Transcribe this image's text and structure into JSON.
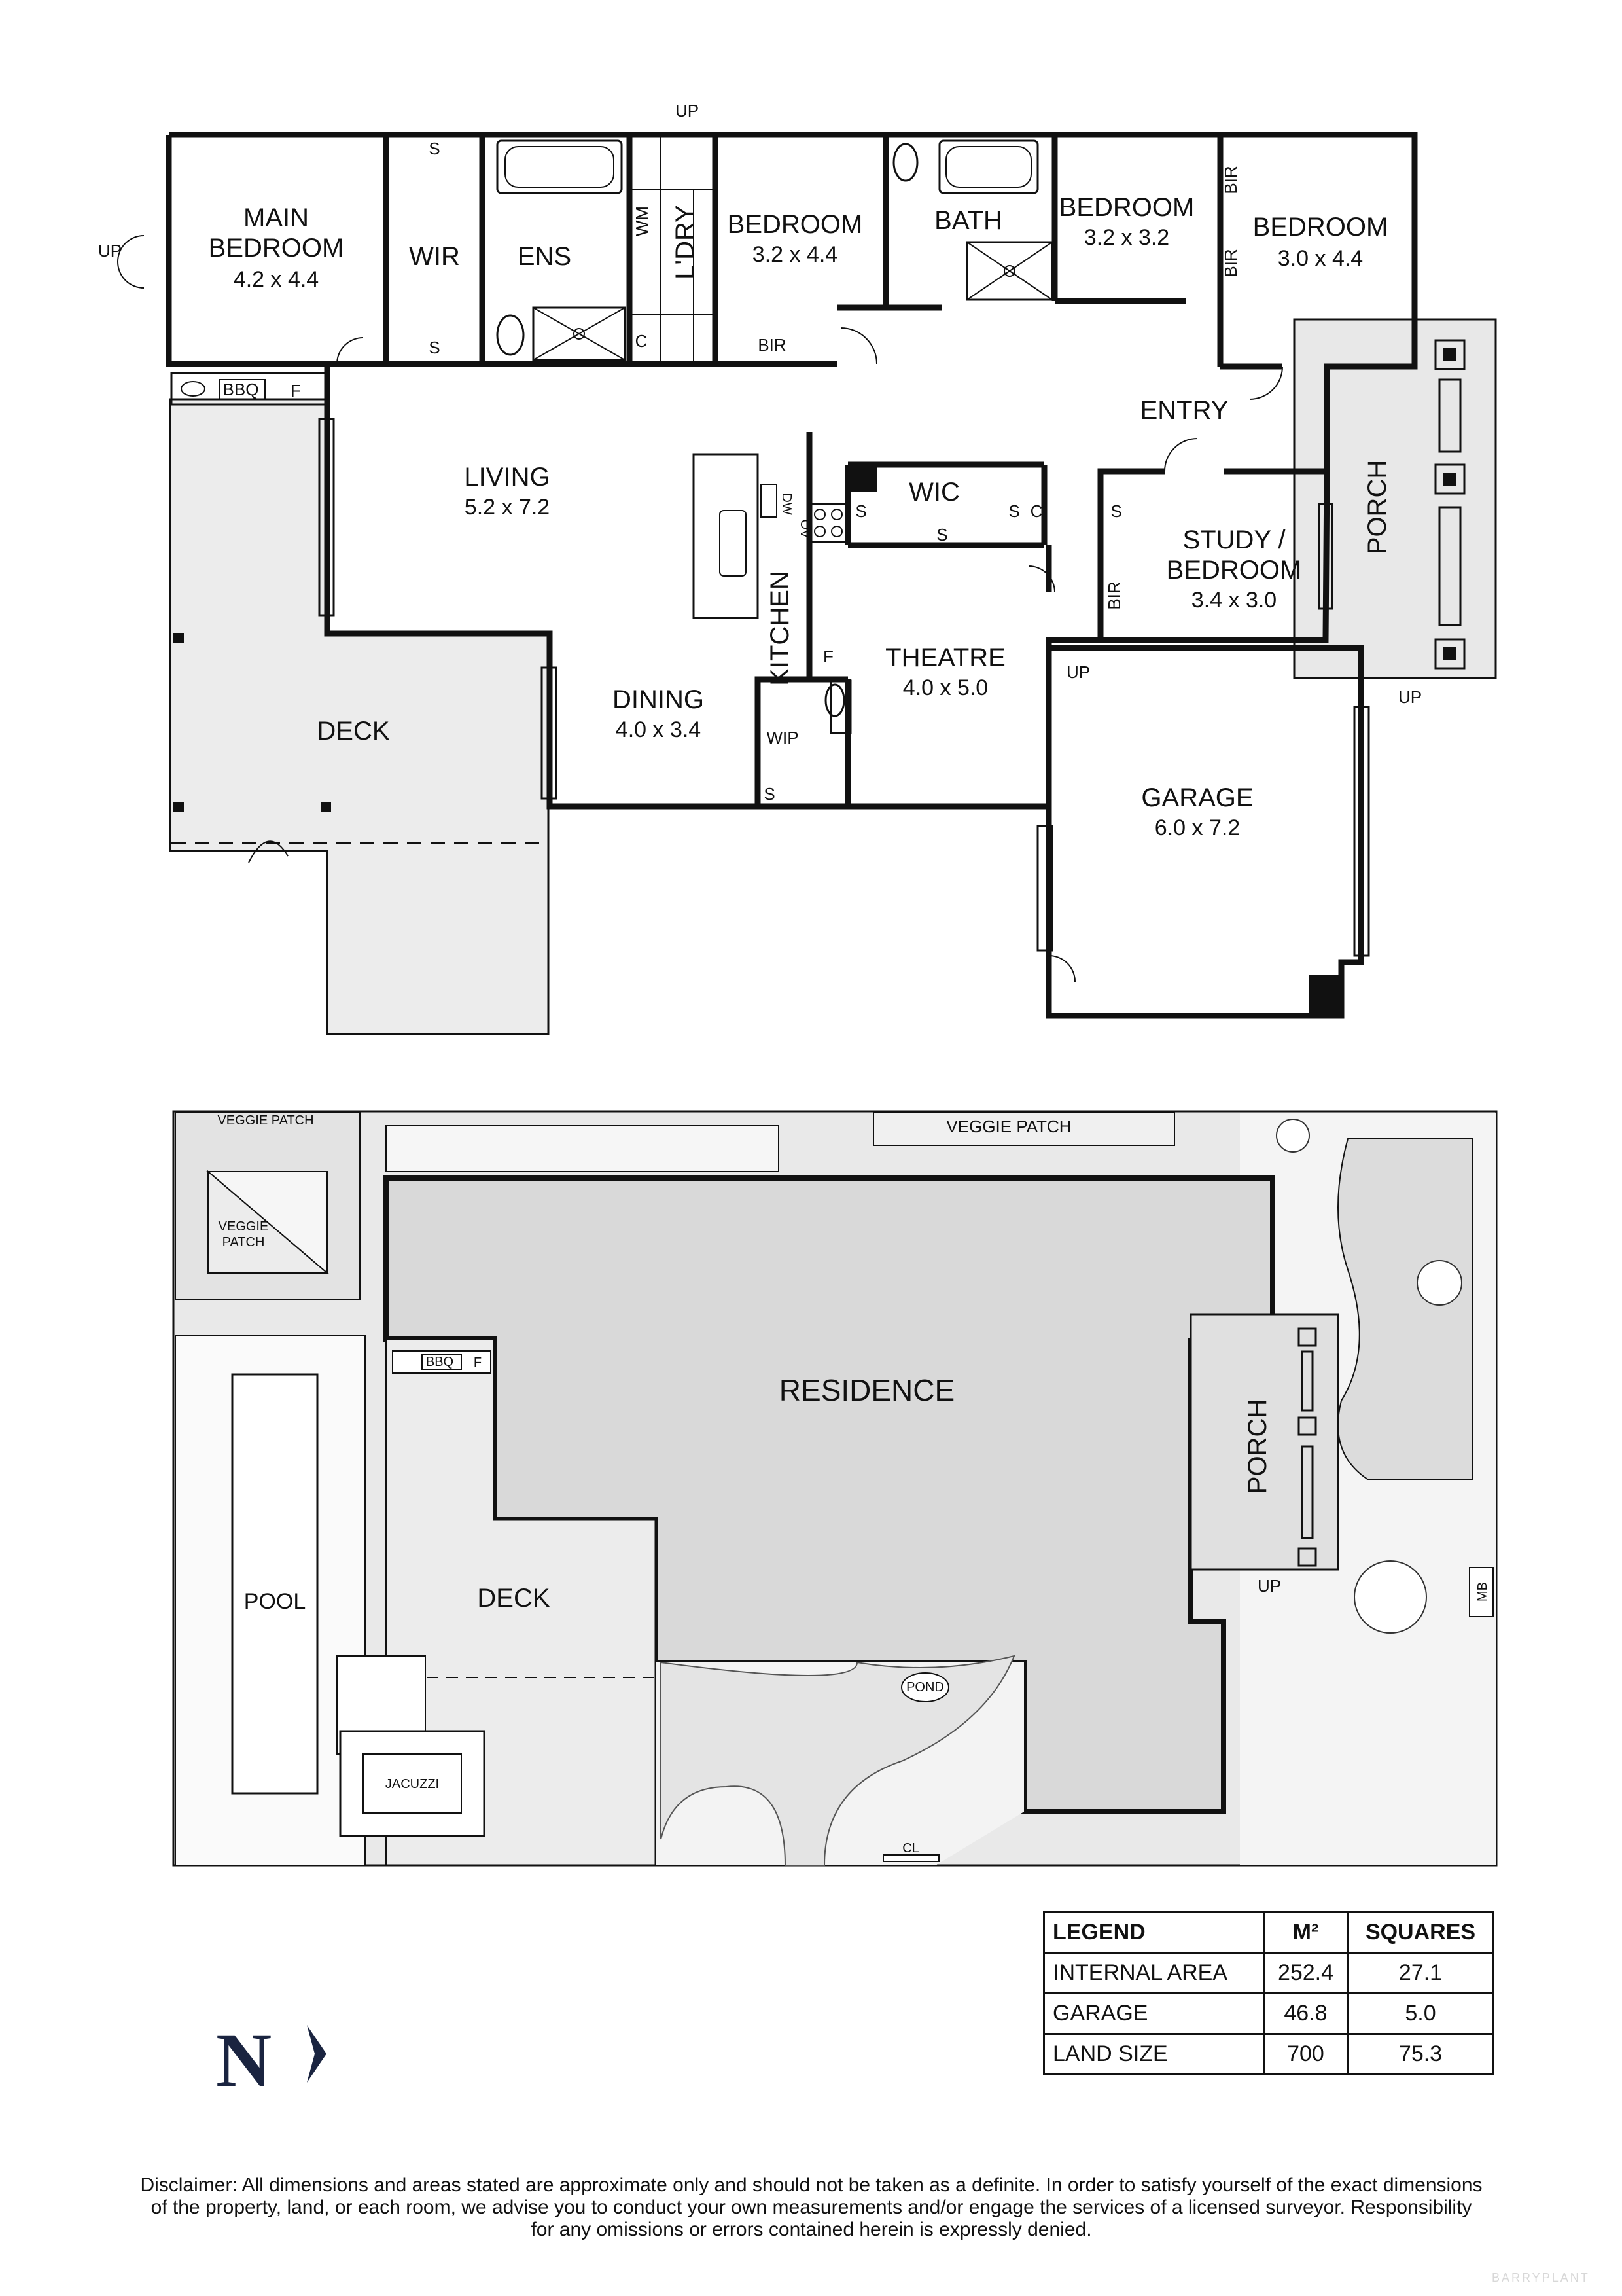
{
  "floor_plan": {
    "rooms": {
      "main_bedroom": {
        "name_line1": "MAIN",
        "name_line2": "BEDROOM",
        "size": "4.2 x 4.4"
      },
      "wir": "WIR",
      "ens": "ENS",
      "wm": "WM",
      "ldry": "L'DRY",
      "bedroom2": {
        "name": "BEDROOM",
        "size": "3.2 x 4.4"
      },
      "bath": "BATH",
      "bedroom3": {
        "name": "BEDROOM",
        "size": "3.2 x 3.2"
      },
      "bedroom4": {
        "name": "BEDROOM",
        "size": "3.0 x 4.4"
      },
      "entry": "ENTRY",
      "porch": "PORCH",
      "living": {
        "name": "LIVING",
        "size": "5.2 x 7.2"
      },
      "kitchen": "KITCHEN",
      "wic": "WIC",
      "study": {
        "name_line1": "STUDY /",
        "name_line2": "BEDROOM",
        "size": "3.4 x 3.0"
      },
      "theatre": {
        "name": "THEATRE",
        "size": "4.0 x 5.0"
      },
      "dining": {
        "name": "DINING",
        "size": "4.0 x 3.4"
      },
      "wip": "WIP",
      "deck": "DECK",
      "garage": {
        "name": "GARAGE",
        "size": "6.0 x 7.2"
      }
    },
    "fixtures": {
      "bbq": "BBQ",
      "f": "F",
      "s": "S",
      "c": "C",
      "bir": "BIR",
      "dw": "DW",
      "ov": "OV",
      "up": "UP"
    }
  },
  "site_plan": {
    "residence": "RESIDENCE",
    "porch": "PORCH",
    "deck": "DECK",
    "pool": "POOL",
    "jacuzzi": "JACUZZI",
    "veggie_patch_1": "VEGGIE PATCH",
    "veggie_patch_2": "VEGGIE PATCH",
    "veggie_patch_3_line1": "VEGGIE",
    "veggie_patch_3_line2": "PATCH",
    "pond": "POND",
    "cl": "CL",
    "mb": "MB",
    "bbq": "BBQ",
    "f": "F",
    "up": "UP"
  },
  "legend": {
    "headers": [
      "LEGEND",
      "M²",
      "SQUARES"
    ],
    "rows": [
      {
        "label": "INTERNAL AREA",
        "m2": "252.4",
        "squares": "27.1"
      },
      {
        "label": "GARAGE",
        "m2": "46.8",
        "squares": "5.0"
      },
      {
        "label": "LAND SIZE",
        "m2": "700",
        "squares": "75.3"
      }
    ]
  },
  "north": "N",
  "disclaimer": {
    "line1": "Disclaimer: All dimensions and areas stated are approximate only and should not be taken as a definite. In order to satisfy yourself of the exact dimensions",
    "line2": "of the property, land, or each room, we advise you to conduct your own measurements and/or engage the services of a licensed surveyor. Responsibility",
    "line3": "for any omissions or errors contained herein is expressly denied."
  },
  "watermark": "BARRYPLANT"
}
